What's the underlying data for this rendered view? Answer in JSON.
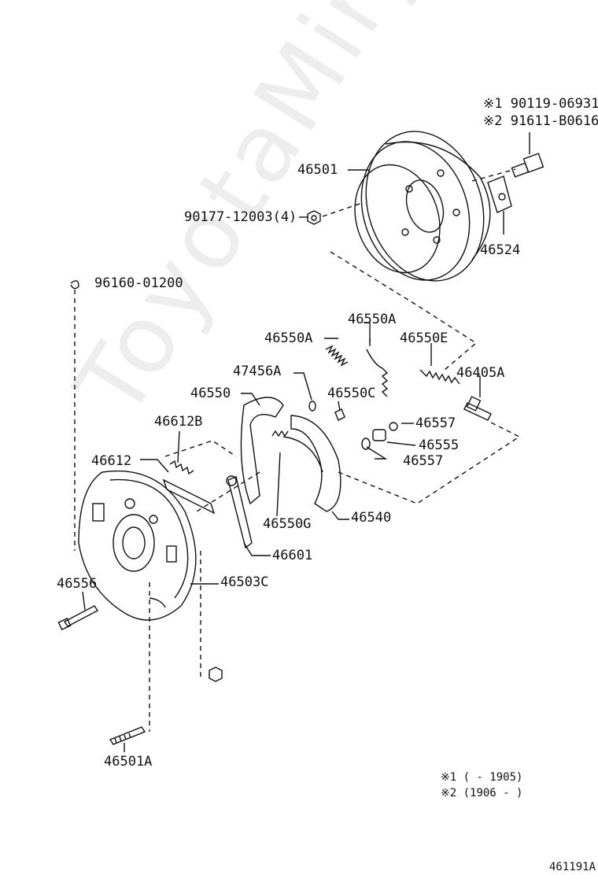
{
  "watermark_text": "ToyotaMiry.ru",
  "parts": {
    "p90119": "※1 90119-06931",
    "p91611": "※2 91611-B0616",
    "p46501": "46501",
    "p90177": "90177-12003(4)",
    "p46524": "46524",
    "p96160": "96160-01200",
    "p46550A_top": "46550A",
    "p46550A_left": "46550A",
    "p46550E": "46550E",
    "p47456A": "47456A",
    "p46550C": "46550C",
    "p46405A": "46405A",
    "p46550": "46550",
    "p46557_a": "46557",
    "p46612B": "46612B",
    "p46555": "46555",
    "p46557_b": "46557",
    "p46612": "46612",
    "p46550G": "46550G",
    "p46540": "46540",
    "p46601": "46601",
    "p46556": "46556",
    "p46503C": "46503C",
    "p46501A": "46501A"
  },
  "notes": {
    "note1": "※1 (    - 1905)",
    "note2": "※2 (1906 -    )"
  },
  "diagram_id": "461191A",
  "colors": {
    "line": "#111111",
    "watermark": "#000000"
  }
}
